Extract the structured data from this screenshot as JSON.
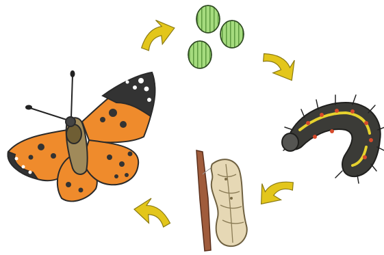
{
  "diagram": {
    "stages": [
      {
        "id": "eggs",
        "icon": "butterfly-eggs-icon"
      },
      {
        "id": "caterpillar",
        "icon": "caterpillar-icon"
      },
      {
        "id": "pupa",
        "icon": "chrysalis-icon"
      },
      {
        "id": "adult",
        "icon": "butterfly-icon"
      }
    ],
    "arrow_color": "#e3c61b",
    "arrow_outline": "#8a7a14",
    "egg_color": "#8fcf6a",
    "caterpillar_color": "#3b3b37",
    "chrysalis_color": "#e6d8b5",
    "butterfly_wing_color": "#ef8b2c",
    "butterfly_dark_color": "#333333"
  }
}
